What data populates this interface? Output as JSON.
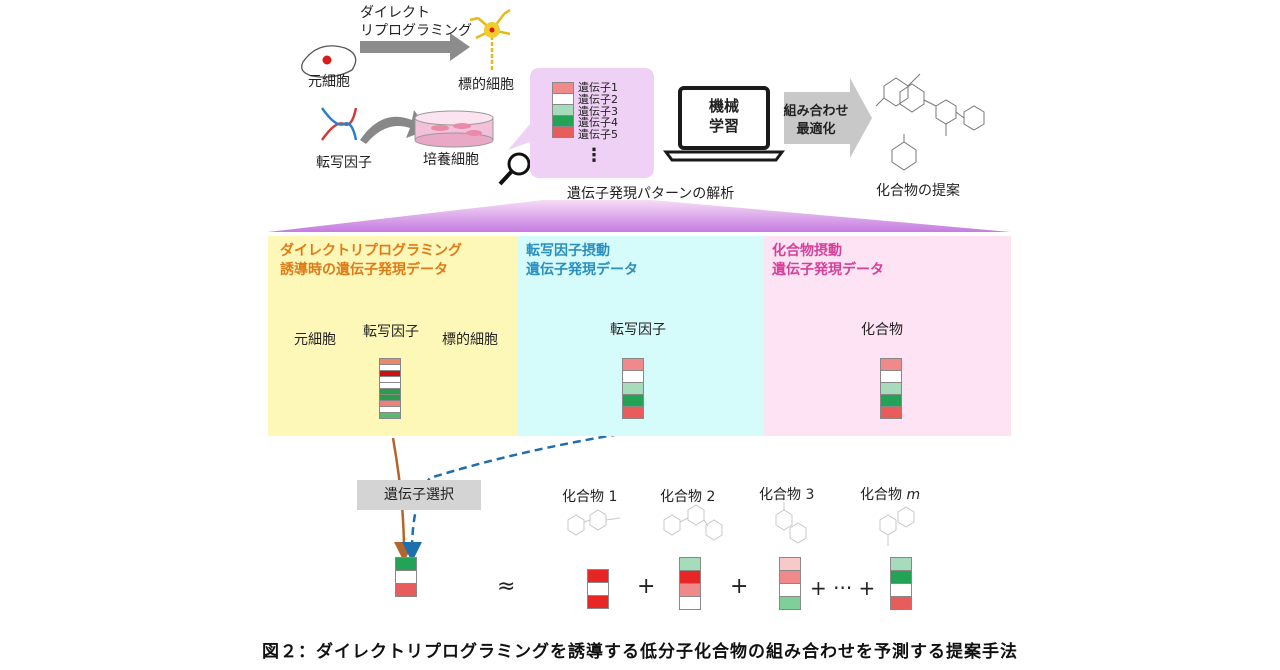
{
  "top": {
    "label_source_cell": "元細胞",
    "label_direct_reprogramming": "ダイレクト\nリプログラミング",
    "label_target_cell": "標的細胞",
    "label_tf": "転写因子",
    "label_culture": "培養細胞",
    "genes": [
      "遺伝子1",
      "遺伝子2",
      "遺伝子3",
      "遺伝子4",
      "遺伝子5"
    ],
    "gene_colors": [
      "#f08a8a",
      "#ffffff",
      "#a6dcbb",
      "#22a356",
      "#e85c5c"
    ],
    "ellipsis": "⋮",
    "label_expression_analysis": "遺伝子発現パターンの解析",
    "laptop_text": "機械\n学習",
    "arrow_text": "組み合わせ\n最適化",
    "label_compound_proposal": "化合物の提案"
  },
  "panels": {
    "dr": {
      "title": "ダイレクトリプログラミング\n誘導時の遺伝子発現データ",
      "title_color": "#e07a17",
      "bg": "#fdf7b8",
      "src": "元細胞",
      "tf": "転写因子",
      "target": "標的細胞",
      "strip_colors": [
        "#e88a6a",
        "#ffffff",
        "#cc1111",
        "#ffffff",
        "#ffffff",
        "#2b9a4a",
        "#2b9a4a",
        "#f08080",
        "#ffffff",
        "#5bb873"
      ]
    },
    "tf": {
      "title": "転写因子摂動\n遺伝子発現データ",
      "title_color": "#2a8fbf",
      "bg": "#d6fbfb",
      "tf": "転写因子",
      "strip_colors": [
        "#f08a8a",
        "#ffffff",
        "#a6dcbb",
        "#22a356",
        "#e85c5c"
      ]
    },
    "cp": {
      "title": "化合物摂動\n遺伝子発現データ",
      "title_color": "#d63f9a",
      "bg": "#fde3f3",
      "compound": "化合物",
      "strip_colors": [
        "#f08a8a",
        "#ffffff",
        "#a6dcbb",
        "#22a356",
        "#e85c5c"
      ]
    }
  },
  "bottom": {
    "gene_selection": "遺伝子選択",
    "compounds": [
      "化合物 1",
      "化合物 2",
      "化合物 3",
      "化合物 "
    ],
    "compound_m": "m",
    "target_strip": [
      "#22a356",
      "#ffffff",
      "#e85c5c"
    ],
    "c1_strip": [
      "#e82626",
      "#ffffff",
      "#e82626"
    ],
    "c2_strip": [
      "#a6dcbb",
      "#e82626",
      "#f08a8a",
      "#ffffff"
    ],
    "c3_strip": [
      "#f8c9c9",
      "#f08a8a",
      "#ffffff",
      "#7fcf9a"
    ],
    "cm_strip": [
      "#a6dcbb",
      "#22a356",
      "#ffffff",
      "#e85c5c"
    ],
    "approx": "≈",
    "plus": "+",
    "dots": "+ ··· +"
  },
  "caption": "図２：ダイレクトリプログラミングを誘導する低分子化合物の組み合わせを予測する提案手法"
}
